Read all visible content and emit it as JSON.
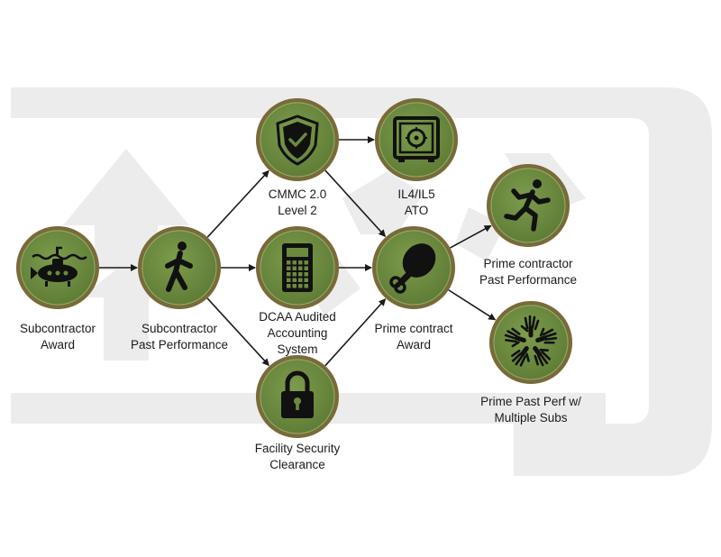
{
  "nodes": [
    {
      "id": "subcontractor-award",
      "icon": "submarine-icon",
      "label": "Subcontractor\nAward"
    },
    {
      "id": "subcontractor-past-performance",
      "icon": "walking-person-icon",
      "label": "Subcontractor\nPast Performance"
    },
    {
      "id": "cmmc-level-2",
      "icon": "shield-check-icon",
      "label": "CMMC 2.0\nLevel 2"
    },
    {
      "id": "dcaa-accounting",
      "icon": "calculator-icon",
      "label": "DCAA Audited\nAccounting\nSystem"
    },
    {
      "id": "facility-security-clearance",
      "icon": "padlock-icon",
      "label": "Facility Security\nClearance"
    },
    {
      "id": "il4-il5-ato",
      "icon": "safe-icon",
      "label": "IL4/IL5\nATO"
    },
    {
      "id": "prime-contract-award",
      "icon": "drumstick-icon",
      "label": "Prime contract\nAward"
    },
    {
      "id": "prime-contractor-past-performance",
      "icon": "running-person-icon",
      "label": "Prime contractor\nPast Performance"
    },
    {
      "id": "prime-past-perf-multiple-subs",
      "icon": "hands-circle-icon",
      "label": "Prime Past Perf w/\nMultiple Subs"
    }
  ],
  "edges": [
    [
      "subcontractor-award",
      "subcontractor-past-performance"
    ],
    [
      "subcontractor-past-performance",
      "cmmc-level-2"
    ],
    [
      "subcontractor-past-performance",
      "dcaa-accounting"
    ],
    [
      "subcontractor-past-performance",
      "facility-security-clearance"
    ],
    [
      "cmmc-level-2",
      "il4-il5-ato"
    ],
    [
      "cmmc-level-2",
      "prime-contract-award"
    ],
    [
      "dcaa-accounting",
      "prime-contract-award"
    ],
    [
      "facility-security-clearance",
      "prime-contract-award"
    ],
    [
      "prime-contract-award",
      "prime-contractor-past-performance"
    ],
    [
      "prime-contract-award",
      "prime-past-perf-multiple-subs"
    ]
  ],
  "colors": {
    "node_fill": "#6b8a3f",
    "node_ring": "#7a6a3a",
    "icon": "#111111",
    "arrow": "#1a1a1a",
    "watermark": "#ececec"
  }
}
